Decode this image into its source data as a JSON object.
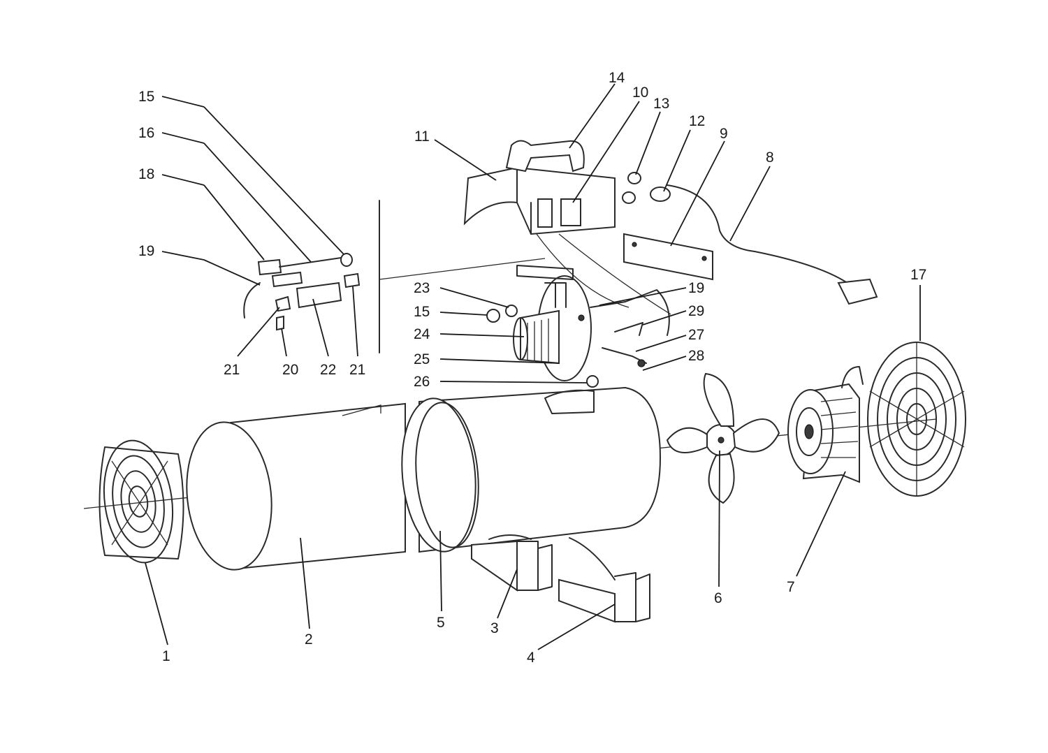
{
  "callouts": [
    {
      "label": "1"
    },
    {
      "label": "2"
    },
    {
      "label": "3"
    },
    {
      "label": "4"
    },
    {
      "label": "5"
    },
    {
      "label": "6"
    },
    {
      "label": "7"
    },
    {
      "label": "8"
    },
    {
      "label": "9"
    },
    {
      "label": "10"
    },
    {
      "label": "11"
    },
    {
      "label": "12"
    },
    {
      "label": "13"
    },
    {
      "label": "14"
    },
    {
      "label": "15"
    },
    {
      "label": "16"
    },
    {
      "label": "17"
    },
    {
      "label": "18"
    },
    {
      "label": "19"
    },
    {
      "label": "20"
    },
    {
      "label": "21"
    },
    {
      "label": "22"
    },
    {
      "label": "21"
    },
    {
      "label": "23"
    },
    {
      "label": "15"
    },
    {
      "label": "24"
    },
    {
      "label": "25"
    },
    {
      "label": "26"
    },
    {
      "label": "19"
    },
    {
      "label": "29"
    },
    {
      "label": "27"
    },
    {
      "label": "28"
    }
  ]
}
